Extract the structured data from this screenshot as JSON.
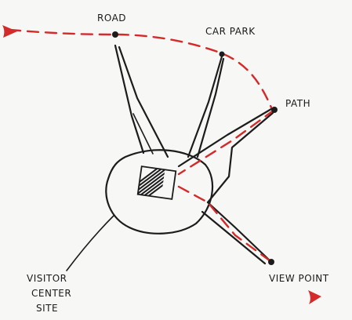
{
  "labels": {
    "road": "ROAD",
    "car_park": "CAR PARK",
    "path": "PATH",
    "view_point": "VIEW POINT",
    "visitor_center_line1": "VISITOR",
    "visitor_center_line2": "CENTER",
    "visitor_center_line3": "SITE"
  },
  "colors": {
    "ink": "#1c1c1c",
    "route": "#d42a2a",
    "paper": "#f7f7f5"
  },
  "icons": {
    "entry_arrow": "red-triangle-arrow",
    "exit_arrow": "red-triangle-arrow"
  }
}
